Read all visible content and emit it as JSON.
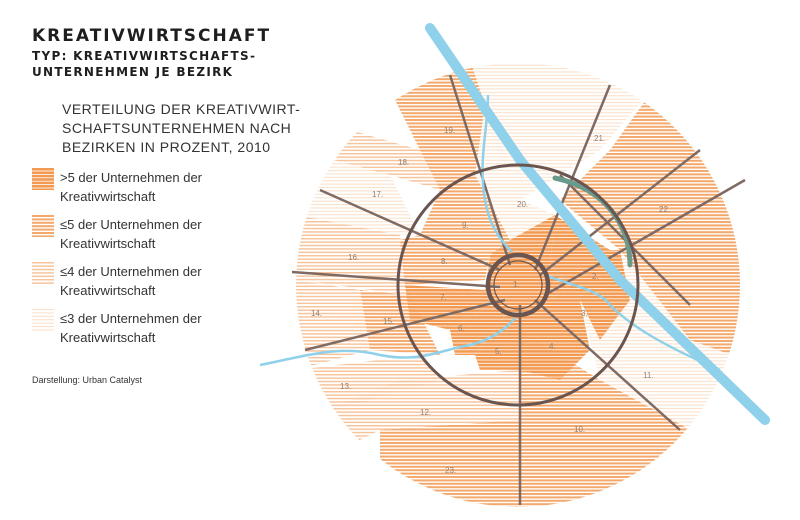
{
  "title": "KREATIVWIRTSCHAFT",
  "subtitle": "TYP: KREATIVWIRTSCHAFTS-UNTERNEHMEN JE BEZIRK",
  "legend": {
    "title": "VERTEILUNG DER KREATIVWIRT-SCHAFTSUNTERNEHMEN NACH BEZIRKEN IN PROZENT, 2010",
    "items": [
      {
        "label": ">5 der Unternehmen der Kreativwirtschaft",
        "color": "#f29a52",
        "level": 4
      },
      {
        "label": "≤5 der Unternehmen der Kreativwirtschaft",
        "color": "#f4a86b",
        "level": 3
      },
      {
        "label": "≤4 der Unternehmen der Kreativwirtschaft",
        "color": "#f7c49c",
        "level": 2
      },
      {
        "label": "≤3 der Unternehmen der Kreativwirtschaft",
        "color": "#fbe1cc",
        "level": 1
      }
    ]
  },
  "credit": "Darstellung: Urban Catalyst",
  "colors": {
    "level4": "#f29a52",
    "level3": "#f4a86b",
    "level2": "#f7c49c",
    "level1": "#fbe1cc",
    "river": "#8fd0ea",
    "ring": "#6b5550",
    "radial": "#7f6a64",
    "green": "#6a9a8c"
  },
  "districts": [
    {
      "id": "1",
      "label": "1.",
      "level": 4
    },
    {
      "id": "2",
      "label": "2.",
      "level": 4
    },
    {
      "id": "3",
      "label": "3.",
      "level": 4
    },
    {
      "id": "4",
      "label": "4.",
      "level": 4
    },
    {
      "id": "5",
      "label": "5.",
      "level": 4
    },
    {
      "id": "6",
      "label": "6.",
      "level": 4
    },
    {
      "id": "7",
      "label": "7.",
      "level": 4
    },
    {
      "id": "8",
      "label": "8.",
      "level": 3
    },
    {
      "id": "9",
      "label": "9.",
      "level": 3
    },
    {
      "id": "10",
      "label": "10.",
      "level": 3
    },
    {
      "id": "11",
      "label": "11.",
      "level": 1
    },
    {
      "id": "12",
      "label": "12.",
      "level": 2
    },
    {
      "id": "13",
      "label": "13.",
      "level": 2
    },
    {
      "id": "14",
      "label": "14.",
      "level": 2
    },
    {
      "id": "15",
      "label": "15.",
      "level": 3
    },
    {
      "id": "16",
      "label": "16.",
      "level": 2
    },
    {
      "id": "17",
      "label": "17.",
      "level": 1
    },
    {
      "id": "18",
      "label": "18.",
      "level": 2
    },
    {
      "id": "19",
      "label": "19.",
      "level": 3
    },
    {
      "id": "20",
      "label": "20.",
      "level": 1
    },
    {
      "id": "21",
      "label": "21.",
      "level": 1
    },
    {
      "id": "22",
      "label": "22.",
      "level": 3
    },
    {
      "id": "23",
      "label": "23.",
      "level": 3
    }
  ]
}
